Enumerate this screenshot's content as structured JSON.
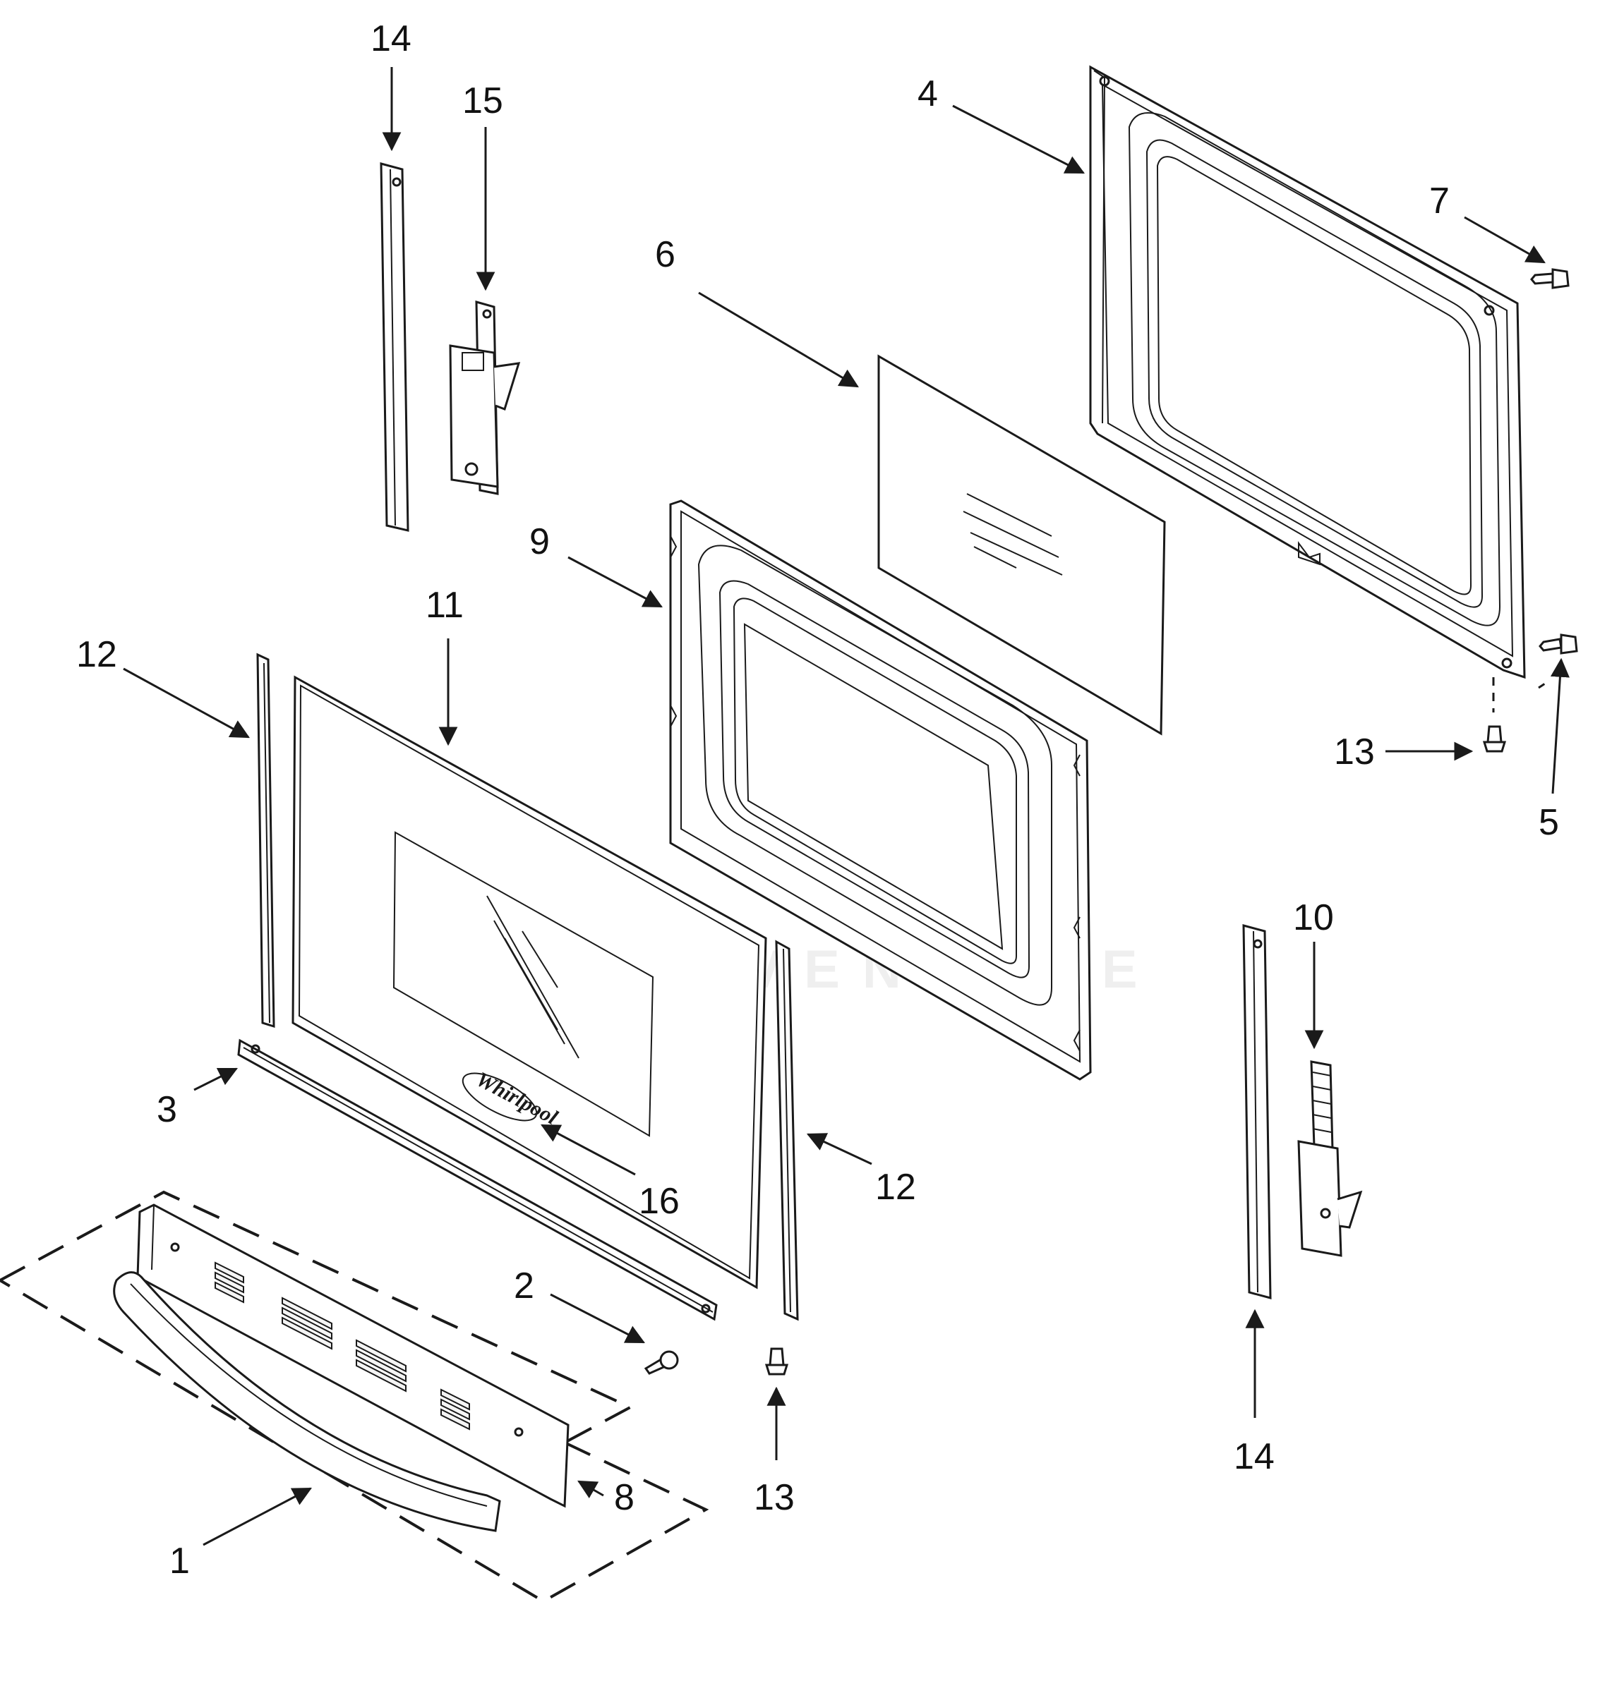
{
  "diagram": {
    "watermark": "EADVENTURE",
    "logo": "Whirlpool",
    "callouts": [
      {
        "id": "c14a",
        "text": "14"
      },
      {
        "id": "c15",
        "text": "15"
      },
      {
        "id": "c4",
        "text": "4"
      },
      {
        "id": "c7",
        "text": "7"
      },
      {
        "id": "c6",
        "text": "6"
      },
      {
        "id": "c9",
        "text": "9"
      },
      {
        "id": "c11",
        "text": "11"
      },
      {
        "id": "c12a",
        "text": "12"
      },
      {
        "id": "c13a",
        "text": "13"
      },
      {
        "id": "c5",
        "text": "5"
      },
      {
        "id": "c10",
        "text": "10"
      },
      {
        "id": "c3",
        "text": "3"
      },
      {
        "id": "c16",
        "text": "16"
      },
      {
        "id": "c12b",
        "text": "12"
      },
      {
        "id": "c2",
        "text": "2"
      },
      {
        "id": "c14b",
        "text": "14"
      },
      {
        "id": "c8",
        "text": "8"
      },
      {
        "id": "c13b",
        "text": "13"
      },
      {
        "id": "c1",
        "text": "1"
      }
    ]
  },
  "colors": {
    "line": "#1a1a1a",
    "part_fill": "#ffffff",
    "shade": "#e6e6e6",
    "watermark": "#ececec"
  }
}
